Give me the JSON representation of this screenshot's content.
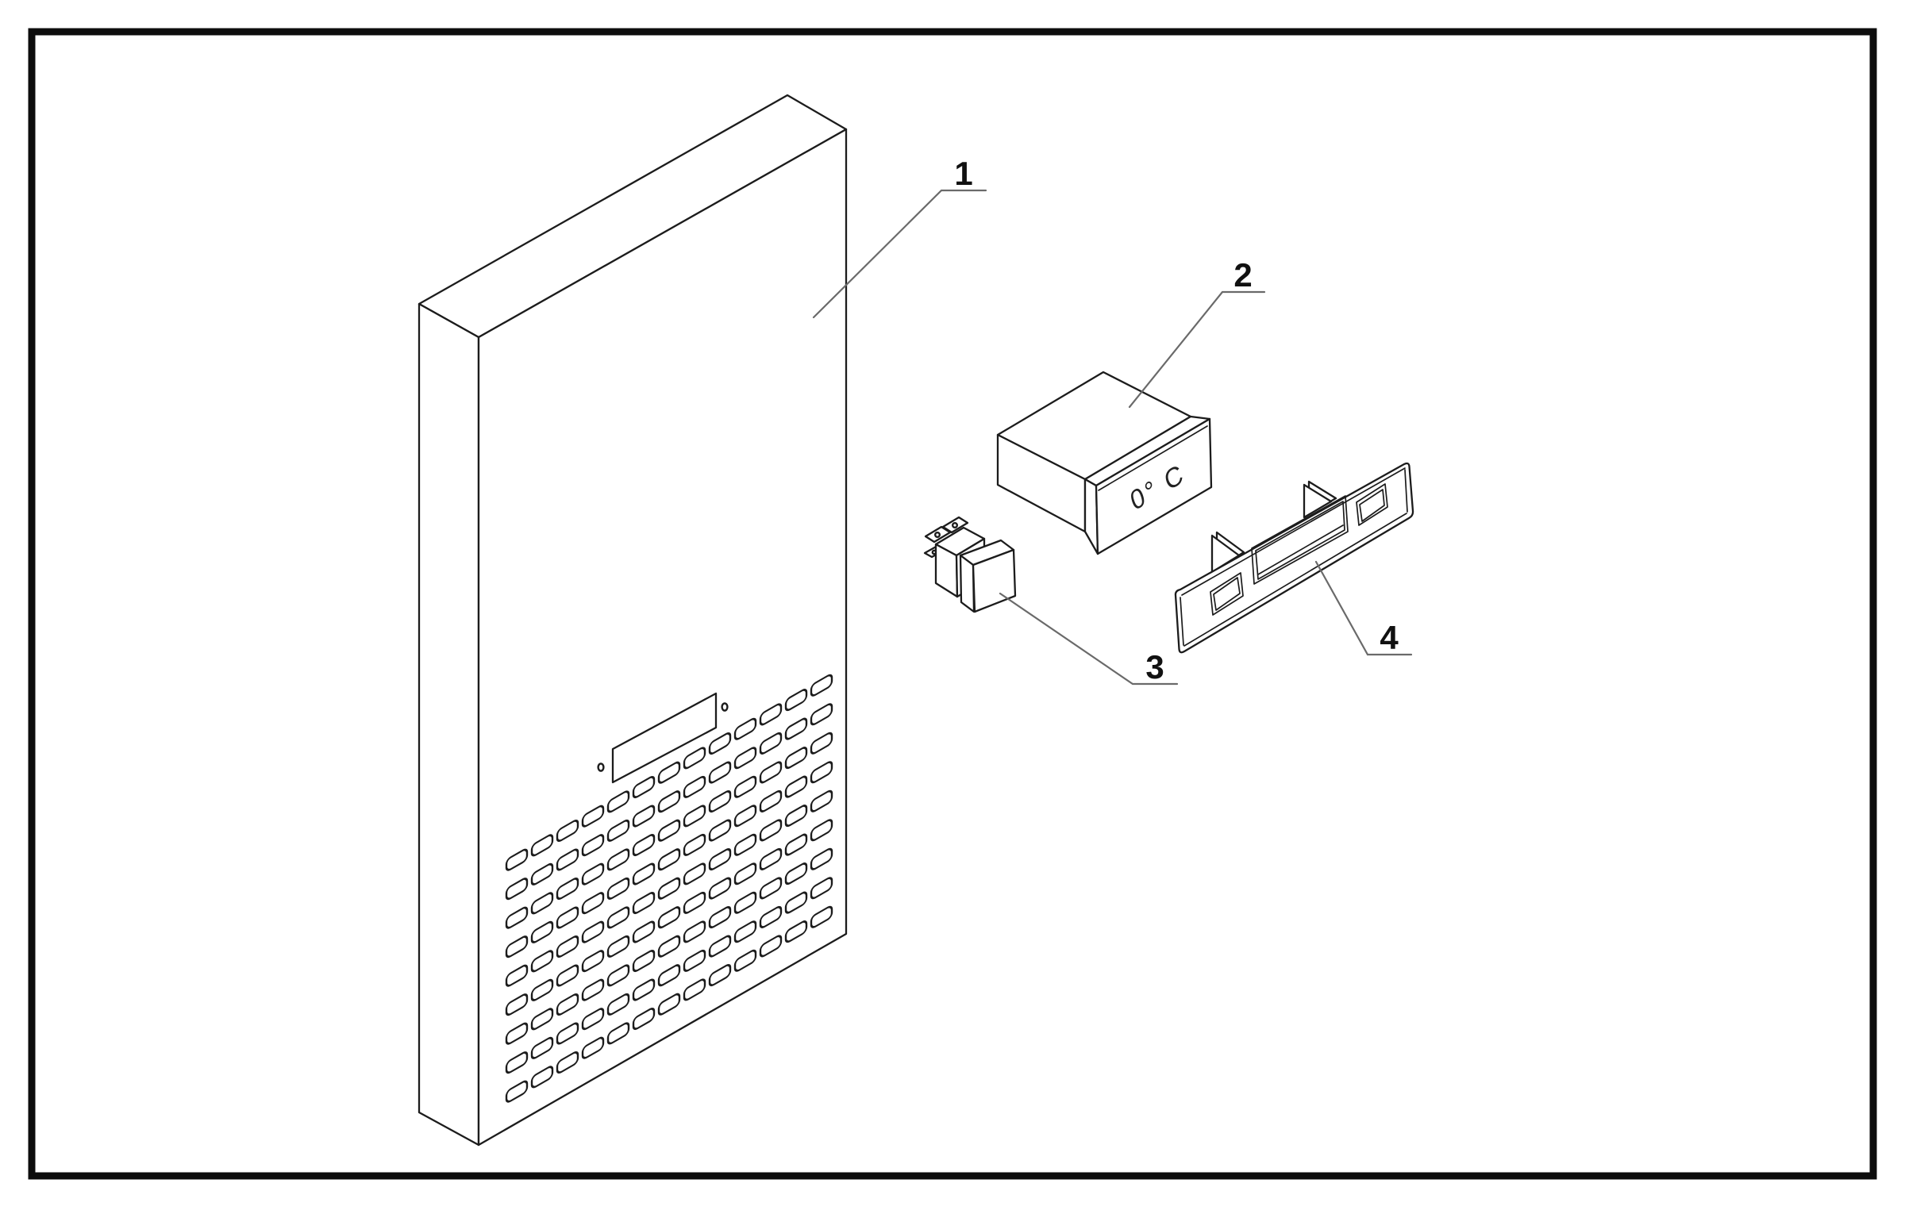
{
  "display": {
    "reading": "0° C"
  },
  "callouts": [
    {
      "number": "1"
    },
    {
      "number": "2"
    },
    {
      "number": "3"
    },
    {
      "number": "4"
    }
  ],
  "colors": {
    "background": "#ffffff",
    "border": "#0d0d0d",
    "line": "#1c1c1c",
    "leader": "#6a6a6a"
  }
}
